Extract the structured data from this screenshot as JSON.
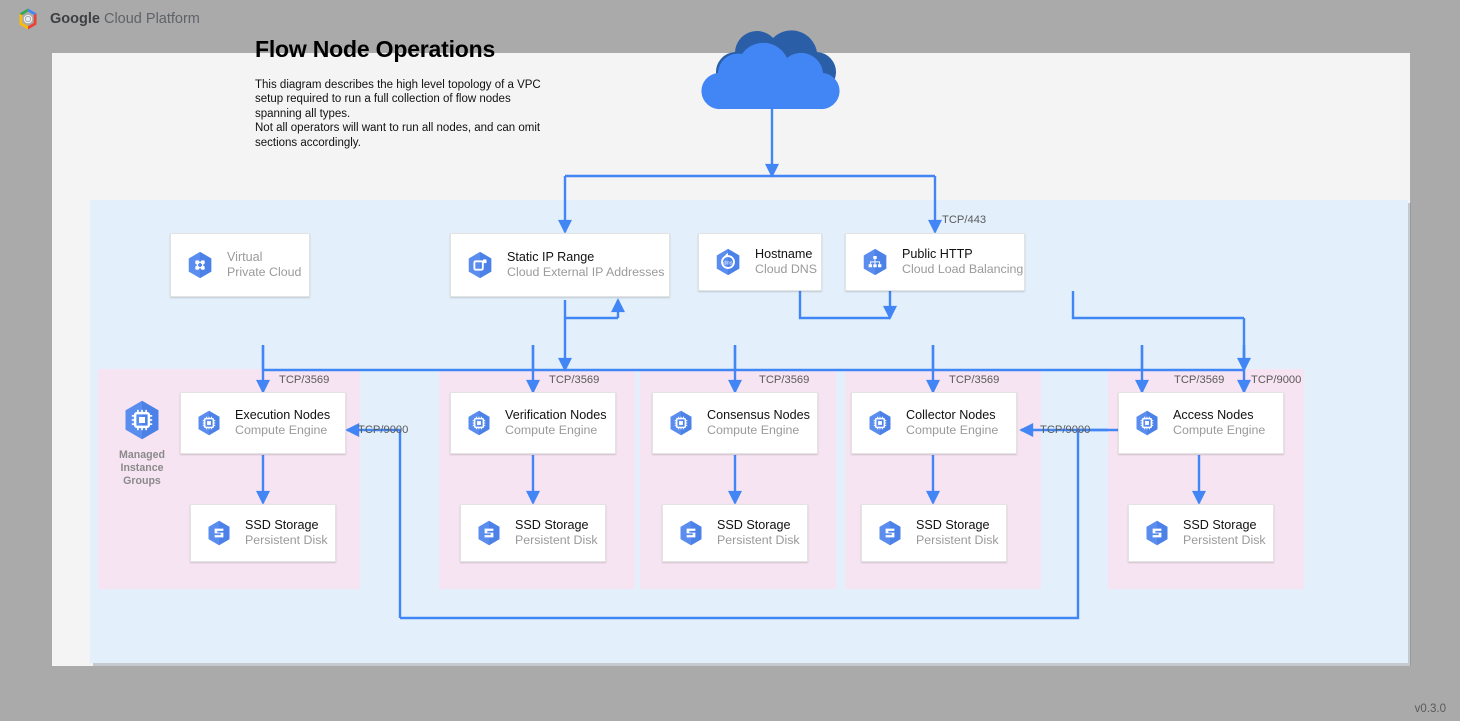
{
  "brand": {
    "logo_icon": "gcp-hexagon-logo",
    "name_bold": "Google",
    "name_rest": " Cloud Platform"
  },
  "header": {
    "title": "Flow Node Operations",
    "description": "This diagram describes the high level topology of a VPC setup required to run a full collection of flow nodes spanning all types.\nNot all operators will want to run all nodes, and can omit sections accordingly."
  },
  "footer": {
    "version": "v0.3.0"
  },
  "internet": {
    "icon": "cloud-icon",
    "label": ""
  },
  "colors": {
    "accent_blue": "#4285f4",
    "wire_blue": "#4285f4",
    "vpc_fill": "#e3f0fb",
    "group_fill": "#f7e4f2",
    "page_fill": "#f4f4f4",
    "canvas_gray": "#aaaaaa",
    "muted_text": "#9a9a9a"
  },
  "vpc": {
    "name": "Virtual Private Cloud"
  },
  "top_nodes": [
    {
      "id": "vpc",
      "title": "Virtual",
      "subtitle": "Private Cloud",
      "icon": "virtual-private-cloud-icon",
      "muted": true,
      "stacked": false
    },
    {
      "id": "staticip",
      "title": "Static IP Range",
      "subtitle": "Cloud External IP Addresses",
      "icon": "static-ip-icon",
      "muted": false,
      "stacked": true
    },
    {
      "id": "hostname",
      "title": "Hostname",
      "subtitle": "Cloud DNS",
      "icon": "cloud-dns-icon",
      "muted": false,
      "stacked": false
    },
    {
      "id": "publichttp",
      "title": "Public HTTP",
      "subtitle": "Cloud Load Balancing",
      "icon": "load-balancing-icon",
      "muted": false,
      "stacked": false
    }
  ],
  "group_label": {
    "line1": "Managed",
    "line2": "Instance",
    "line3": "Groups",
    "icon": "managed-instance-group-icon"
  },
  "groups": [
    {
      "id": "execution",
      "node_title": "Execution Nodes",
      "node_subtitle": "Compute Engine",
      "storage_title": "SSD Storage",
      "storage_subtitle": "Persistent Disk",
      "ingress_port": "TCP/3569",
      "has_mig_label": true
    },
    {
      "id": "verification",
      "node_title": "Verification Nodes",
      "node_subtitle": "Compute Engine",
      "storage_title": "SSD Storage",
      "storage_subtitle": "Persistent Disk",
      "ingress_port": "TCP/3569",
      "has_mig_label": false
    },
    {
      "id": "consensus",
      "node_title": "Consensus Nodes",
      "node_subtitle": "Compute Engine",
      "storage_title": "SSD Storage",
      "storage_subtitle": "Persistent Disk",
      "ingress_port": "TCP/3569",
      "has_mig_label": false
    },
    {
      "id": "collector",
      "node_title": "Collector Nodes",
      "node_subtitle": "Compute Engine",
      "storage_title": "SSD Storage",
      "storage_subtitle": "Persistent Disk",
      "ingress_port": "TCP/3569",
      "has_mig_label": false
    },
    {
      "id": "access",
      "node_title": "Access Nodes",
      "node_subtitle": "Compute Engine",
      "storage_title": "SSD Storage",
      "storage_subtitle": "Persistent Disk",
      "ingress_port": "TCP/3569",
      "has_mig_label": false
    }
  ],
  "port_labels": {
    "https": "TCP/443",
    "access_extra": "TCP/9000",
    "exec_ingress_9000": "TCP/9000",
    "collector_ingress_9000": "TCP/9000"
  },
  "icon_names": [
    "cloud-icon",
    "virtual-private-cloud-icon",
    "static-ip-icon",
    "cloud-dns-icon",
    "load-balancing-icon",
    "managed-instance-group-icon",
    "compute-engine-icon",
    "persistent-disk-icon"
  ]
}
